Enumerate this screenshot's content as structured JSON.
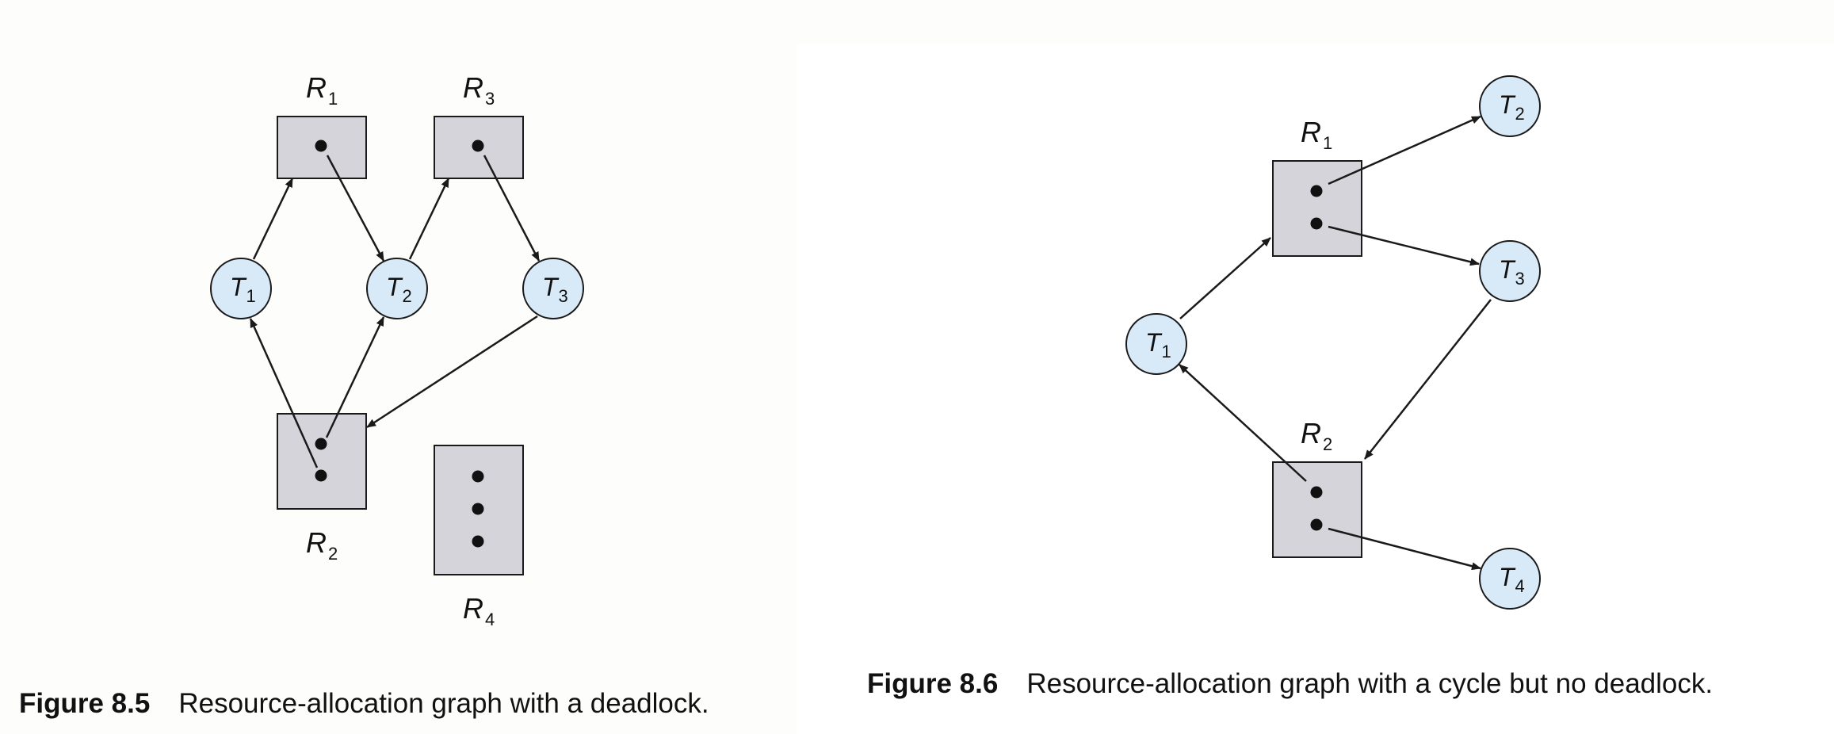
{
  "figure_left": {
    "processes": [
      {
        "id": "T1",
        "letter": "T",
        "sub": "1"
      },
      {
        "id": "T2",
        "letter": "T",
        "sub": "2"
      },
      {
        "id": "T3",
        "letter": "T",
        "sub": "3"
      }
    ],
    "resources": [
      {
        "id": "R1",
        "letter": "R",
        "sub": "1",
        "instances": 1
      },
      {
        "id": "R3",
        "letter": "R",
        "sub": "3",
        "instances": 1
      },
      {
        "id": "R2",
        "letter": "R",
        "sub": "2",
        "instances": 2
      },
      {
        "id": "R4",
        "letter": "R",
        "sub": "4",
        "instances": 3
      }
    ],
    "edges": [
      {
        "from": "T1",
        "to": "R1",
        "kind": "request"
      },
      {
        "from": "R1",
        "to": "T2",
        "kind": "assignment"
      },
      {
        "from": "T2",
        "to": "R3",
        "kind": "request"
      },
      {
        "from": "R3",
        "to": "T3",
        "kind": "assignment"
      },
      {
        "from": "T3",
        "to": "R2",
        "kind": "request"
      },
      {
        "from": "R2",
        "to": "T1",
        "kind": "assignment"
      },
      {
        "from": "R2",
        "to": "T2",
        "kind": "assignment"
      }
    ],
    "caption": {
      "number": "Figure 8.5",
      "text": "Resource-allocation graph with a deadlock."
    }
  },
  "figure_right": {
    "processes": [
      {
        "id": "T1",
        "letter": "T",
        "sub": "1"
      },
      {
        "id": "T2",
        "letter": "T",
        "sub": "2"
      },
      {
        "id": "T3",
        "letter": "T",
        "sub": "3"
      },
      {
        "id": "T4",
        "letter": "T",
        "sub": "4"
      }
    ],
    "resources": [
      {
        "id": "R1",
        "letter": "R",
        "sub": "1",
        "instances": 2
      },
      {
        "id": "R2",
        "letter": "R",
        "sub": "2",
        "instances": 2
      }
    ],
    "edges": [
      {
        "from": "T1",
        "to": "R1",
        "kind": "request"
      },
      {
        "from": "R1",
        "to": "T2",
        "kind": "assignment"
      },
      {
        "from": "R1",
        "to": "T3",
        "kind": "assignment"
      },
      {
        "from": "T3",
        "to": "R2",
        "kind": "request"
      },
      {
        "from": "R2",
        "to": "T1",
        "kind": "assignment"
      },
      {
        "from": "R2",
        "to": "T4",
        "kind": "assignment"
      }
    ],
    "caption": {
      "number": "Figure 8.6",
      "text": "Resource-allocation graph with a cycle but no deadlock."
    }
  },
  "colors": {
    "process_fill": "#d8eaf8",
    "resource_fill": "#d5d4da",
    "stroke": "#1a1a1a"
  }
}
